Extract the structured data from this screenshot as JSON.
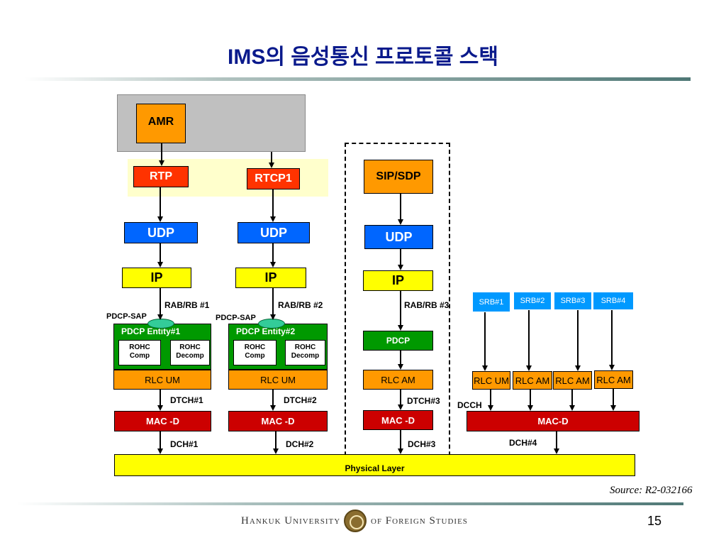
{
  "title": "IMS의 음성통신 프로토콜 스택",
  "colors": {
    "title": "#0a1a8c",
    "orange": "#ff9900",
    "red": "#ff3300",
    "blue": "#0066ff",
    "yellow": "#ffff00",
    "green": "#009900",
    "mac": "#cc0000",
    "srb": "#0099ff",
    "gray_area": "#c0c0c0",
    "light_yellow_area": "#ffffcc"
  },
  "stack1": {
    "app": "AMR",
    "rtp": "RTP",
    "udp": "UDP",
    "ip": "IP",
    "rab": "RAB/RB #1",
    "sap": "PDCP-SAP",
    "pdcp_entity": "PDCP Entity#1",
    "rohc_comp": [
      "ROHC",
      "Comp"
    ],
    "rohc_decomp": [
      "ROHC",
      "Decomp"
    ],
    "rlc": "RLC UM",
    "dtch": "DTCH#1",
    "mac": "MAC -D",
    "dch": "DCH#1"
  },
  "stack2": {
    "rtcp": "RTCP1",
    "udp": "UDP",
    "ip": "IP",
    "rab": "RAB/RB #2",
    "sap": "PDCP-SAP",
    "pdcp_entity": "PDCP Entity#2",
    "rohc_comp": [
      "ROHC",
      "Comp"
    ],
    "rohc_decomp": [
      "ROHC",
      "Decomp"
    ],
    "rlc": "RLC UM",
    "dtch": "DTCH#2",
    "mac": "MAC -D",
    "dch": "DCH#2"
  },
  "stack3": {
    "sip": "SIP/SDP",
    "udp": "UDP",
    "ip": "IP",
    "rab": "RAB/RB #3",
    "pdcp": "PDCP",
    "rlc": "RLC AM",
    "dtch": "DTCH#3",
    "mac": "MAC -D",
    "dch": "DCH#3"
  },
  "stack4": {
    "srbs": [
      "SRB#1",
      "SRB#2",
      "SRB#3",
      "SRB#4"
    ],
    "rlcs": [
      "RLC UM",
      "RLC AM",
      "RLC AM",
      "RLC AM"
    ],
    "dcch": "DCCH",
    "mac": "MAC-D",
    "dch": "DCH#4"
  },
  "physical_layer": "Physical Layer",
  "source": "Source: R2-032166",
  "footer": {
    "left": "Hankuk University",
    "right": "of Foreign Studies"
  },
  "page_number": "15"
}
